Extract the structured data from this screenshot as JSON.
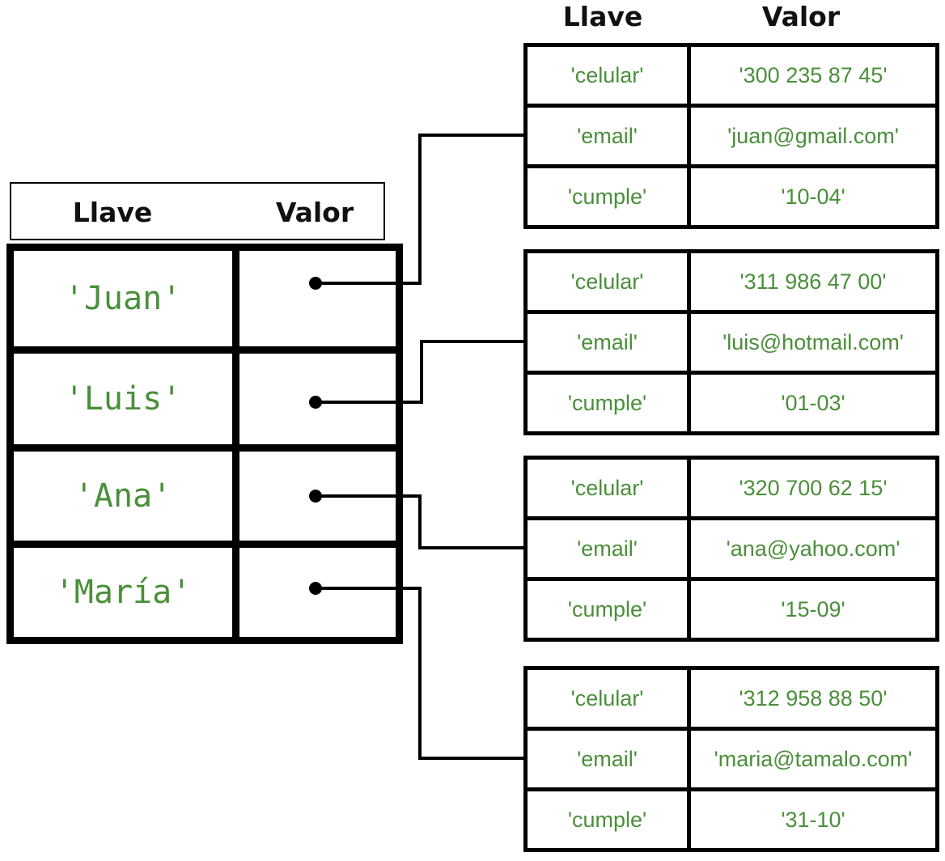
{
  "headers": {
    "left_key": "Llave",
    "left_value": "Valor",
    "right_key": "Llave",
    "right_value": "Valor"
  },
  "entries": [
    {
      "name": "'Juan'",
      "fields": [
        {
          "key": "'celular'",
          "value": "'300 235 87 45'"
        },
        {
          "key": "'email'",
          "value": "'juan@gmail.com'"
        },
        {
          "key": "'cumple'",
          "value": "'10-04'"
        }
      ]
    },
    {
      "name": "'Luis'",
      "fields": [
        {
          "key": "'celular'",
          "value": "'311 986 47 00'"
        },
        {
          "key": "'email'",
          "value": "'luis@hotmail.com'"
        },
        {
          "key": "'cumple'",
          "value": "'01-03'"
        }
      ]
    },
    {
      "name": "'Ana'",
      "fields": [
        {
          "key": "'celular'",
          "value": "'320 700 62 15'"
        },
        {
          "key": "'email'",
          "value": "'ana@yahoo.com'"
        },
        {
          "key": "'cumple'",
          "value": "'15-09'"
        }
      ]
    },
    {
      "name": "'María'",
      "fields": [
        {
          "key": "'celular'",
          "value": "'312 958 88 50'"
        },
        {
          "key": "'email'",
          "value": "'maria@tamalo.com'"
        },
        {
          "key": "'cumple'",
          "value": "'31-10'"
        }
      ]
    }
  ],
  "colors": {
    "text_green": "#4a8f3a",
    "border": "#000000"
  }
}
